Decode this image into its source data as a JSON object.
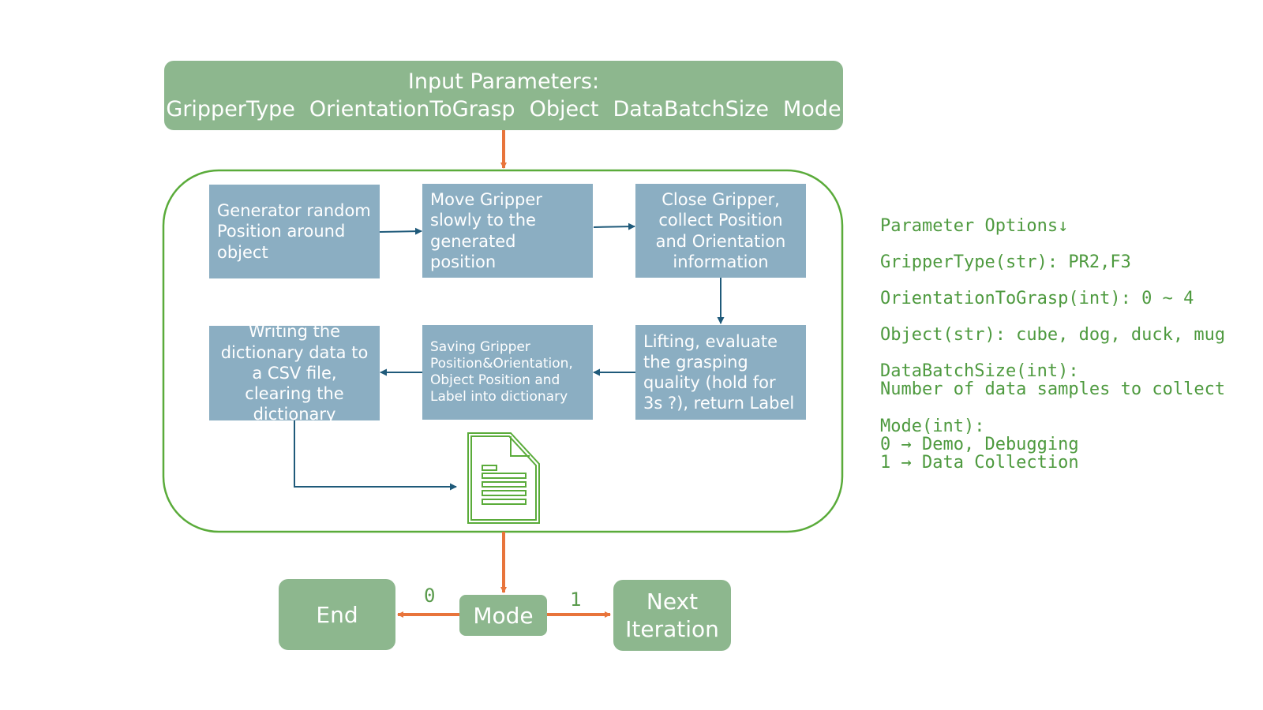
{
  "input": {
    "title": "Input Parameters:",
    "params": [
      "GripperType",
      "OrientationToGrasp",
      "Object",
      "DataBatchSize",
      "Mode"
    ]
  },
  "steps": {
    "generate": "Generator random Position around object",
    "move": "Move Gripper slowly to the generated position",
    "close": "Close Gripper, collect Position and Orientation information",
    "lift": "Lifting, evaluate the grasping quality (hold for 3s ?), return Label",
    "save": "Saving Gripper Position&Orientation, Object Position and Label into dictionary",
    "write": "Writing the dictionary data to a CSV file, clearing the dictionary"
  },
  "mode": {
    "label": "Mode",
    "end_label": "End",
    "next_label": "Next Iteration",
    "edge_zero": "0",
    "edge_one": "1"
  },
  "options": {
    "heading": "Parameter Options↓",
    "gripper": "GripperType(str): PR2,F3",
    "orientation": "OrientationToGrasp(int): 0 ~ 4",
    "object": "Object(str): cube, dog, duck, mug",
    "batch_title": "DataBatchSize(int):",
    "batch_desc": "Number of data samples to collect",
    "mode_title": "Mode(int):",
    "mode_zero": "0 → Demo, Debugging",
    "mode_one": "1 → Data Collection"
  },
  "icons": {
    "document": "document-icon"
  },
  "colors": {
    "green_box": "#8db78e",
    "blue_box": "#8baec2",
    "container_border": "#5aab3a",
    "orange_arrow": "#e8743b",
    "blue_arrow": "#1f5a7a",
    "mono_text": "#4e9a3f"
  }
}
